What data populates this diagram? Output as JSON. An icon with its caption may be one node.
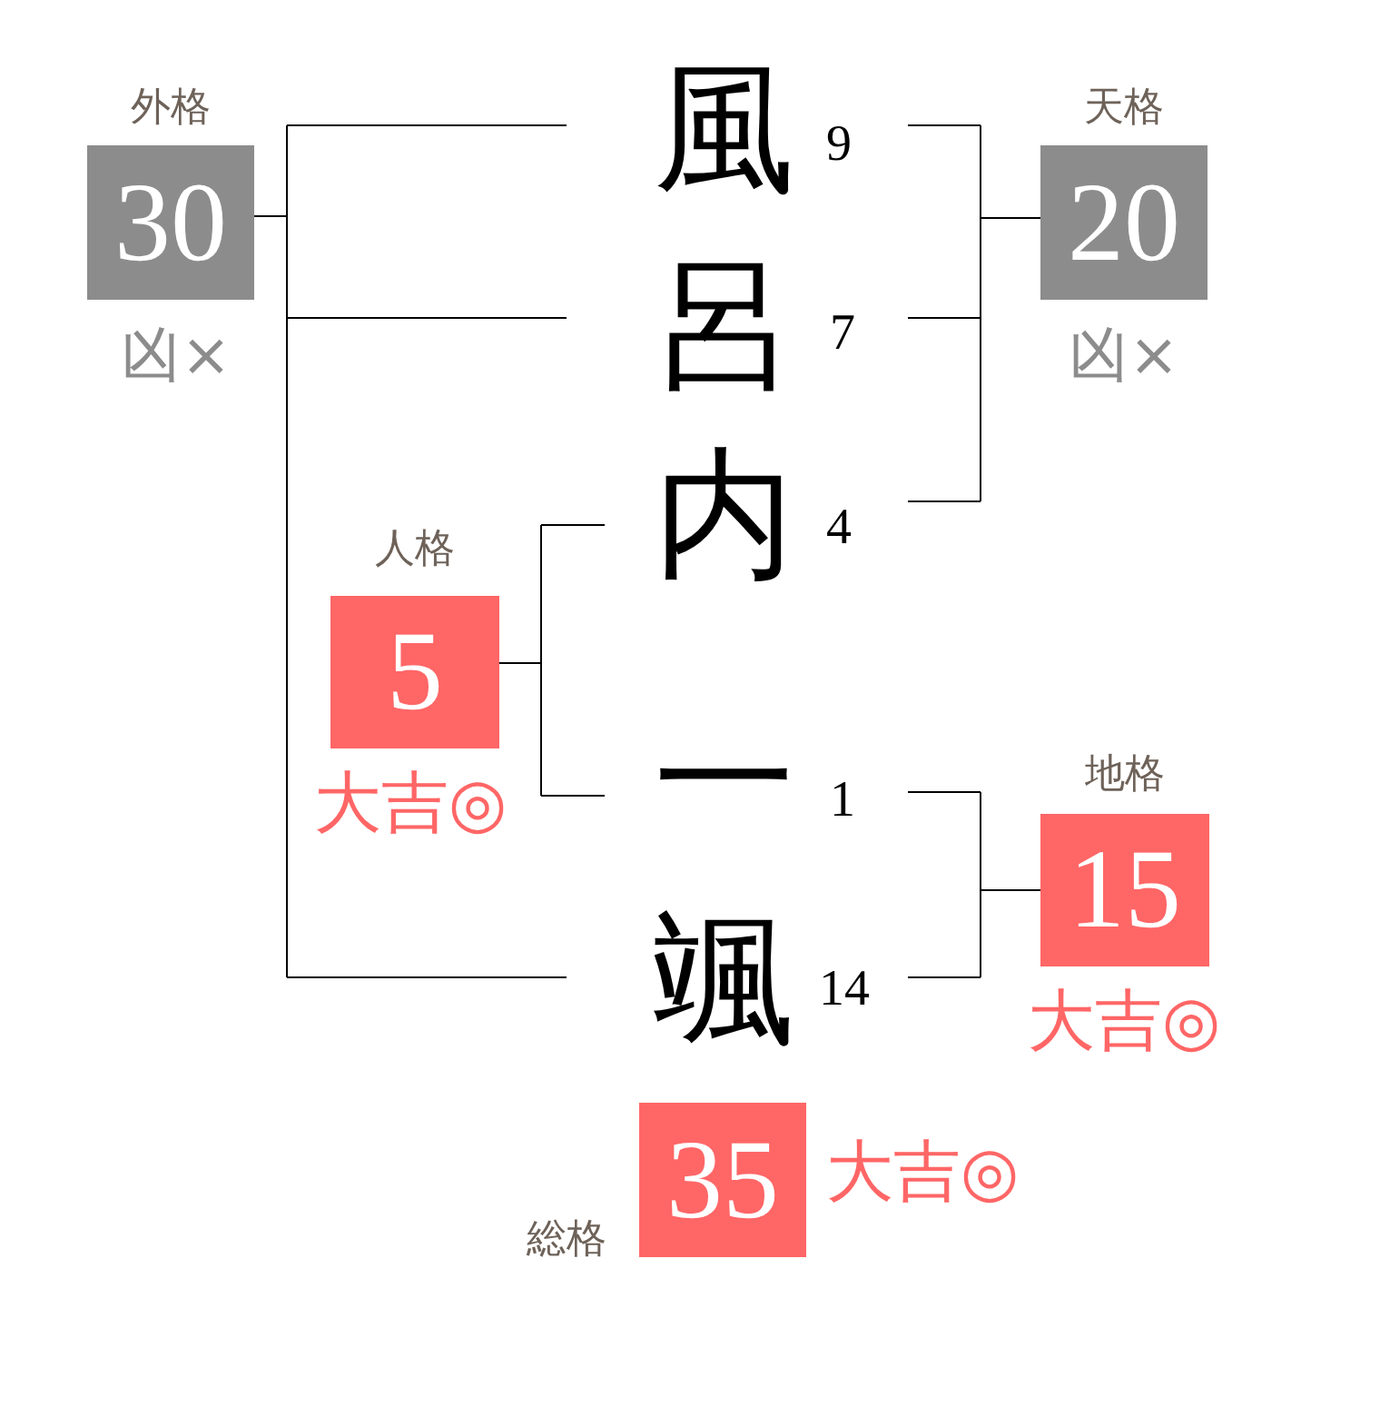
{
  "diagram": {
    "nodes": [
      {
        "text": [
          "風"
        ],
        "beside": [
          "9"
        ]
      },
      {
        "text": [
          "呂"
        ],
        "beside": [
          "7"
        ]
      },
      {
        "text": [
          "内"
        ],
        "beside": [
          "4"
        ]
      },
      {
        "text": [
          "一"
        ],
        "beside": [
          "1"
        ]
      },
      {
        "text": [
          "颯"
        ],
        "beside": [
          "14"
        ]
      },
      {
        "text": [
          "外格",
          "30"
        ],
        "beside": [
          "凶×"
        ]
      },
      {
        "text": [
          "天格",
          "20"
        ],
        "beside": [
          "凶×"
        ]
      },
      {
        "text": [
          "人格",
          "5"
        ],
        "beside": [
          "大吉◎"
        ]
      },
      {
        "text": [
          "地格",
          "15"
        ],
        "beside": [
          "大吉◎"
        ]
      },
      {
        "text": [
          "総格",
          "35"
        ],
        "beside": [
          "大吉◎"
        ]
      }
    ],
    "edges": [
      {
        "from": 0,
        "to": 5,
        "arrow": "none"
      },
      {
        "from": 1,
        "to": 5,
        "arrow": "none"
      },
      {
        "from": 4,
        "to": 5,
        "arrow": "none"
      },
      {
        "from": 0,
        "to": 6,
        "arrow": "none"
      },
      {
        "from": 1,
        "to": 6,
        "arrow": "none"
      },
      {
        "from": 2,
        "to": 6,
        "arrow": "none"
      },
      {
        "from": 2,
        "to": 7,
        "arrow": "none"
      },
      {
        "from": 3,
        "to": 7,
        "arrow": "none"
      },
      {
        "from": 3,
        "to": 8,
        "arrow": "none"
      },
      {
        "from": 4,
        "to": 8,
        "arrow": "none"
      }
    ]
  }
}
